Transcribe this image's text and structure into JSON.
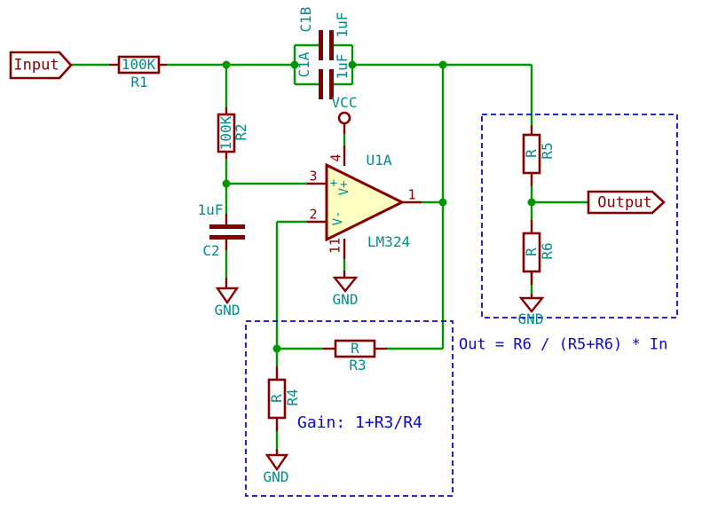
{
  "schematic": {
    "colors": {
      "wire": "#009600",
      "outline": "#840000",
      "fields": "#008C8C",
      "notes": "#0A0AC8",
      "opamp_fill": "#FFFFC2",
      "background": "#FFFFFF"
    },
    "net_labels": {
      "input": "Input",
      "output": "Output"
    },
    "power_labels": {
      "vcc": "VCC",
      "gnd": "GND"
    },
    "notes": {
      "gain": "Gain: 1+R3/R4",
      "transfer": "Out = R6 / (R5+R6) * In"
    },
    "components": {
      "r1": {
        "ref": "R1",
        "value": "100K"
      },
      "r2": {
        "ref": "R2",
        "value": "100K"
      },
      "r3": {
        "ref": "R3",
        "value": "R"
      },
      "r4": {
        "ref": "R4",
        "value": "R"
      },
      "r5": {
        "ref": "R5",
        "value": "R"
      },
      "r6": {
        "ref": "R6",
        "value": "R"
      },
      "c1a": {
        "ref": "C1A",
        "value": "1uF"
      },
      "c1b": {
        "ref": "C1B",
        "value": "1uF"
      },
      "c2": {
        "ref": "C2",
        "value": "1uF"
      },
      "u1a": {
        "ref": "U1A",
        "value": "LM324",
        "pin1": "1",
        "pin2": "2",
        "pin3": "3",
        "pin4": "4",
        "pin11": "11",
        "noninv_marker": "+",
        "vplus": "V+",
        "vminus": "V-"
      }
    }
  }
}
